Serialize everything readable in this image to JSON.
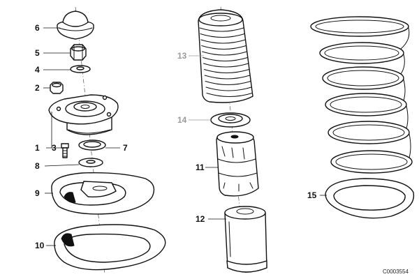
{
  "labels": {
    "l1": "1",
    "l2": "2",
    "l3": "3",
    "l4": "4",
    "l5": "5",
    "l6": "6",
    "l7": "7",
    "l8": "8",
    "l9": "9",
    "l10": "10",
    "l11": "11",
    "l12": "12",
    "l13": "13",
    "l14": "14",
    "l15": "15"
  },
  "catalog_code": "C0003554",
  "colors": {
    "line": "#111111",
    "grey_label": "#9a9a9a",
    "background": "#ffffff"
  }
}
